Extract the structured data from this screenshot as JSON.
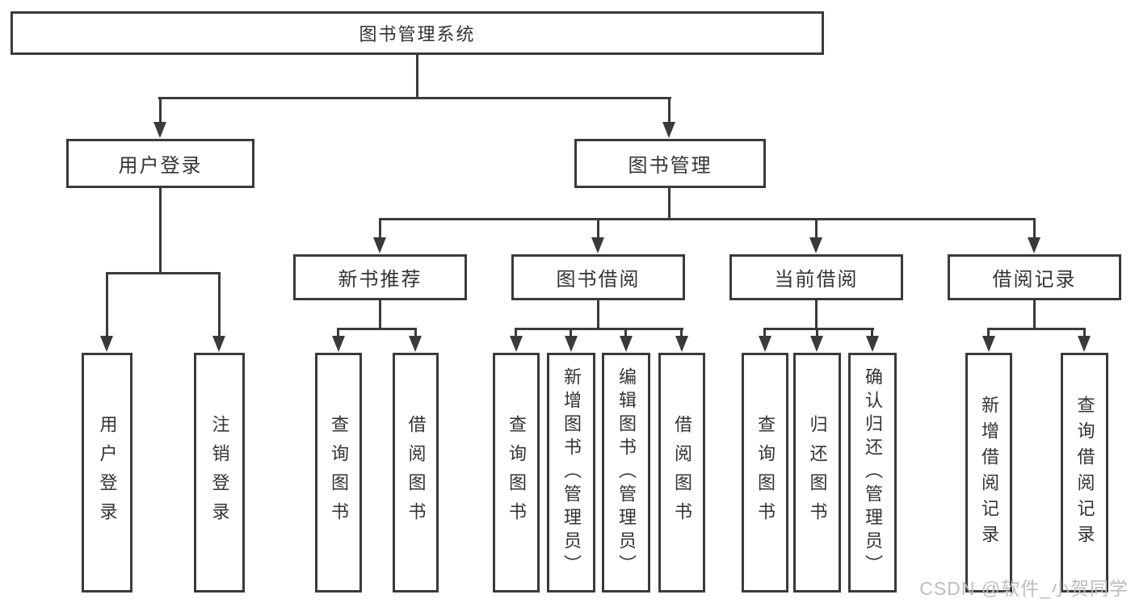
{
  "diagram": {
    "type": "tree",
    "root": {
      "label": "图书管理系统",
      "children": [
        {
          "label": "用户登录",
          "children": [
            {
              "label": "用户登录"
            },
            {
              "label": "注销登录"
            }
          ]
        },
        {
          "label": "图书管理",
          "children": [
            {
              "label": "新书推荐",
              "children": [
                {
                  "label": "查询图书"
                },
                {
                  "label": "借阅图书"
                }
              ]
            },
            {
              "label": "图书借阅",
              "children": [
                {
                  "label": "查询图书"
                },
                {
                  "label": "新增图书（管理员）"
                },
                {
                  "label": "编辑图书（管理员）"
                },
                {
                  "label": "借阅图书"
                }
              ]
            },
            {
              "label": "当前借阅",
              "children": [
                {
                  "label": "查询图书"
                },
                {
                  "label": "归还图书"
                },
                {
                  "label": "确认归还（管理员）"
                }
              ]
            },
            {
              "label": "借阅记录",
              "children": [
                {
                  "label": "新增借阅记录"
                },
                {
                  "label": "查询借阅记录"
                }
              ]
            }
          ]
        }
      ]
    },
    "colors": {
      "line": "#3a3a3a",
      "text": "#333333",
      "box_background": "#ffffff"
    }
  },
  "watermark": {
    "text": "CSDN @软件_小贺同学",
    "color": "#bdbdbd"
  }
}
